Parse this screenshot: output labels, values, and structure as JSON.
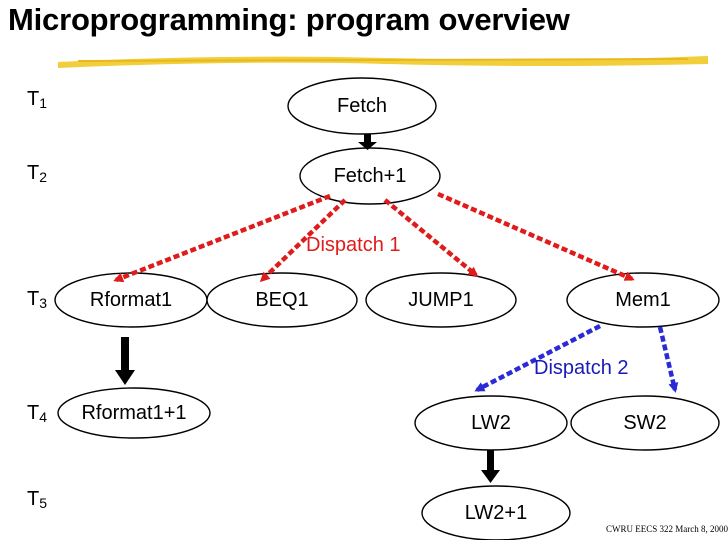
{
  "slide": {
    "title": "Microprogramming: program overview",
    "footer": "CWRU EECS 322 March 8, 2000"
  },
  "time_steps": [
    {
      "base": "T",
      "sub": "1"
    },
    {
      "base": "T",
      "sub": "2"
    },
    {
      "base": "T",
      "sub": "3"
    },
    {
      "base": "T",
      "sub": "4"
    },
    {
      "base": "T",
      "sub": "5"
    }
  ],
  "nodes": {
    "fetch": "Fetch",
    "fetch1": "Fetch+1",
    "rformat1": "Rformat1",
    "beq1": "BEQ1",
    "jump1": "JUMP1",
    "mem1": "Mem1",
    "rformat1_1": "Rformat1+1",
    "lw2": "LW2",
    "sw2": "SW2",
    "lw2_1": "LW2+1"
  },
  "dispatch": {
    "d1": "Dispatch 1",
    "d2": "Dispatch 2"
  },
  "colors": {
    "dispatch1_arrow": "#e01b1b",
    "dispatch2_arrow": "#2a2ad6",
    "sequential_arrow": "#000000",
    "underline": "#f2cf3a",
    "dispatch1_label": "#e01b1b",
    "dispatch2_label": "#1a1ab8"
  }
}
